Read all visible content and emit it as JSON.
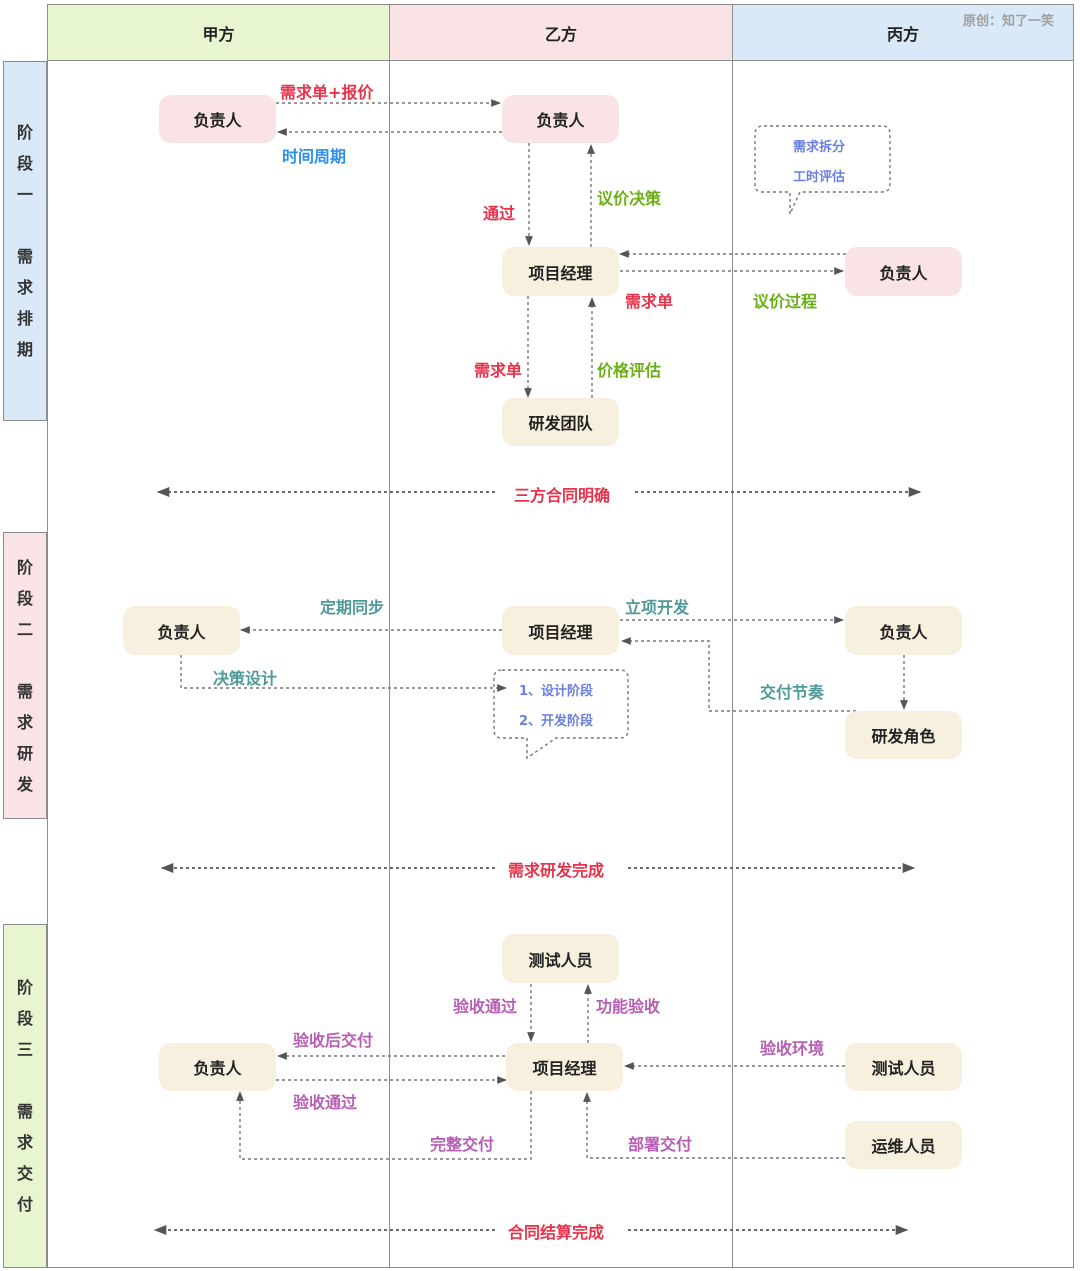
{
  "watermark": "原创：知了一笑",
  "colors": {
    "red": "#e5334b",
    "blue": "#2d8fe6",
    "green": "#6aaf15",
    "teal": "#4e9a98",
    "purple": "#b85db4",
    "bubble_blue": "#6b7fe0",
    "lane_a": "#e7f6d0",
    "lane_b": "#f9e3e4",
    "lane_c": "#d9e9f8",
    "node_pink": "#f9e3e4",
    "node_beige": "#f8f0df"
  },
  "lanes": [
    {
      "label": "甲方"
    },
    {
      "label": "乙方"
    },
    {
      "label": "丙方"
    }
  ],
  "phases": [
    {
      "chars": [
        "阶",
        "段",
        "一"
      ],
      "title_chars": [
        "需",
        "求",
        "排",
        "期"
      ]
    },
    {
      "chars": [
        "阶",
        "段",
        "二"
      ],
      "title_chars": [
        "需",
        "求",
        "研",
        "发"
      ]
    },
    {
      "chars": [
        "阶",
        "段",
        "三"
      ],
      "title_chars": [
        "需",
        "求",
        "交",
        "付"
      ]
    }
  ],
  "phase1": {
    "nodes": {
      "a_owner": "负责人",
      "b_owner": "负责人",
      "b_pm": "项目经理",
      "b_dev": "研发团队",
      "c_owner": "负责人"
    },
    "labels": {
      "req_quote": "需求单+报价",
      "time_cycle": "时间周期",
      "pass": "通过",
      "price_decision": "议价决策",
      "req_sheet_right": "需求单",
      "negotiation": "议价过程",
      "req_sheet_down": "需求单",
      "price_eval": "价格评估"
    },
    "bubble": [
      "需求拆分",
      "工时评估"
    ],
    "milestone": "三方合同明确"
  },
  "phase2": {
    "nodes": {
      "a_owner": "负责人",
      "b_pm": "项目经理",
      "c_owner": "负责人",
      "c_dev_role": "研发角色"
    },
    "labels": {
      "periodic_sync": "定期同步",
      "decision_design": "决策设计",
      "project_dev": "立项开发",
      "delivery_rhythm": "交付节奏"
    },
    "bubble": [
      "1、设计阶段",
      "2、开发阶段"
    ],
    "milestone": "需求研发完成"
  },
  "phase3": {
    "nodes": {
      "a_owner": "负责人",
      "b_tester": "测试人员",
      "b_pm": "项目经理",
      "c_tester": "测试人员",
      "c_ops": "运维人员"
    },
    "labels": {
      "accept_pass_up": "验收通过",
      "func_accept": "功能验收",
      "deliver_after_accept": "验收后交付",
      "accept_pass": "验收通过",
      "accept_env": "验收环境",
      "full_delivery": "完整交付",
      "deploy_delivery": "部署交付"
    },
    "milestone": "合同结算完成"
  }
}
